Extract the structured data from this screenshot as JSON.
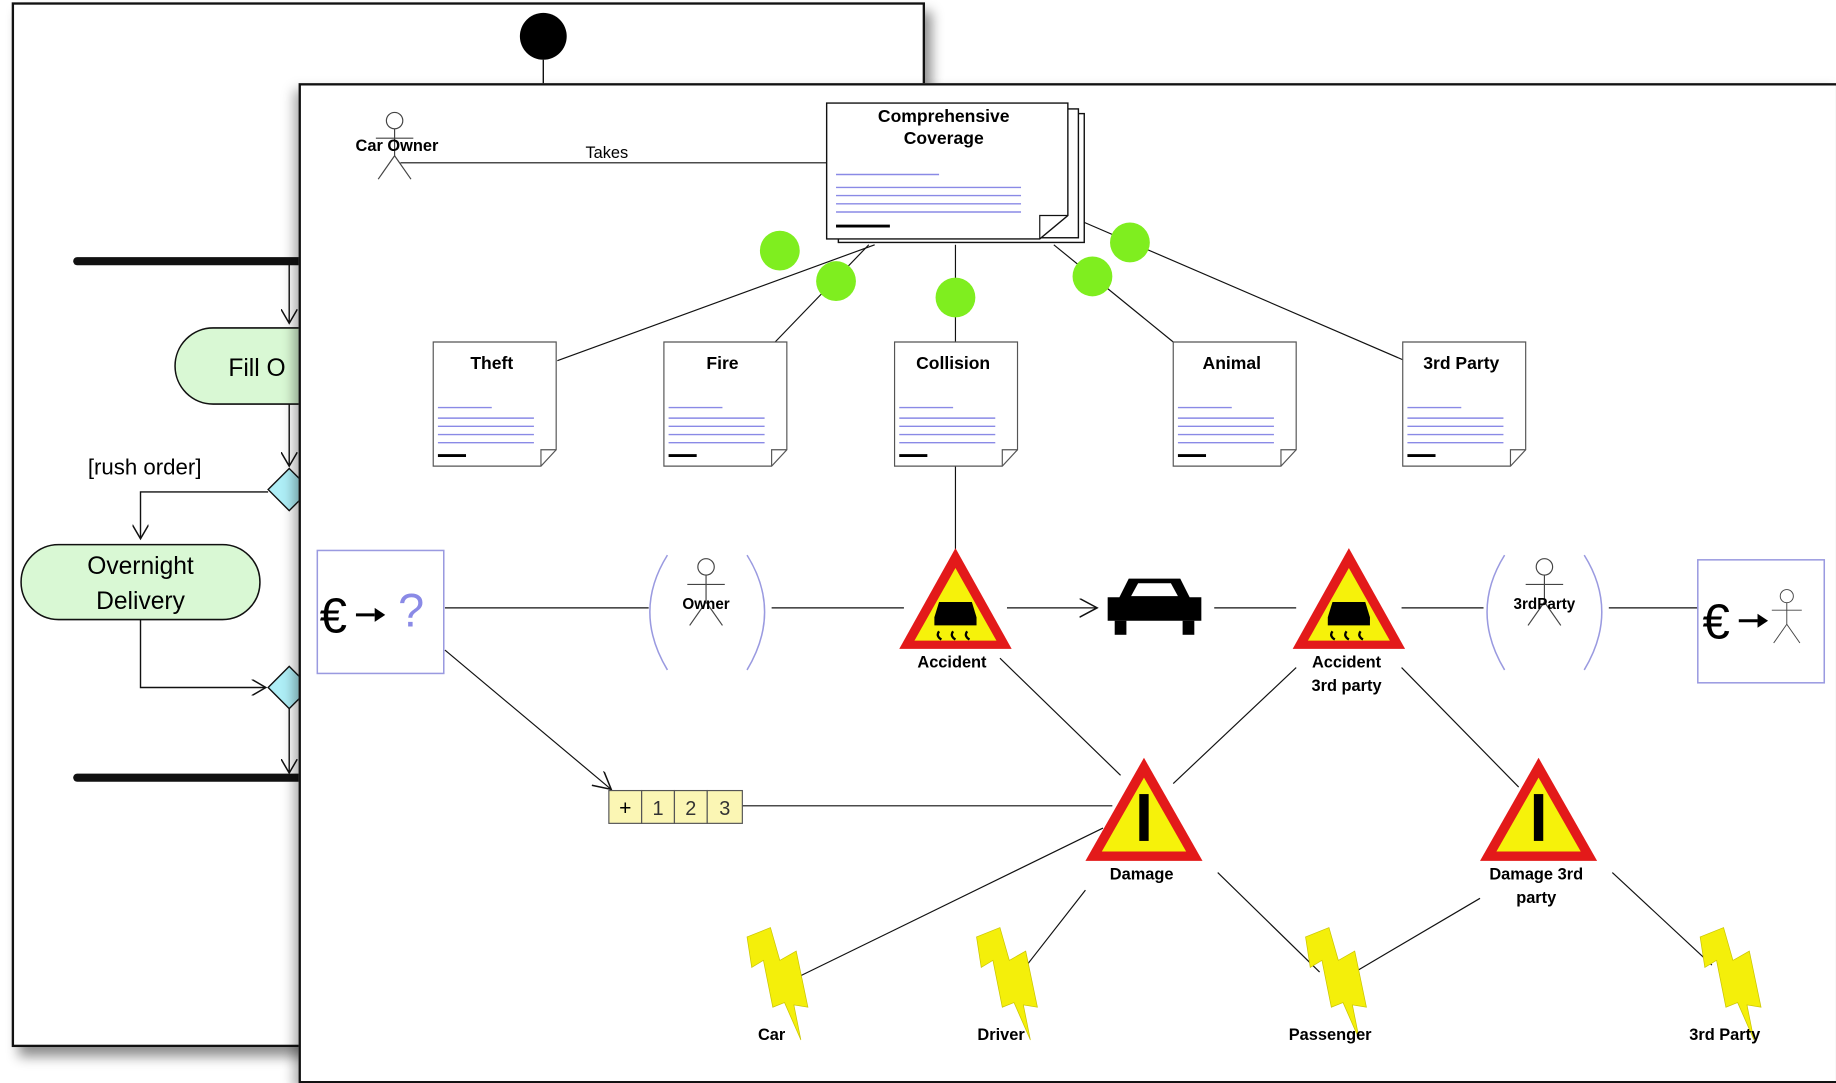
{
  "activity_diagram": {
    "fill_order_label": "Fill O",
    "guard_label": "[rush order]",
    "overnight_label_line1": "Overnight",
    "overnight_label_line2": "Delivery"
  },
  "insurance_diagram": {
    "actor_car_owner": "Car Owner",
    "relation_takes": "Takes",
    "coverage_line1": "Comprehensive",
    "coverage_line2": "Coverage",
    "doc_theft": "Theft",
    "doc_fire": "Fire",
    "doc_collision": "Collision",
    "doc_animal": "Animal",
    "doc_third_party": "3rd Party",
    "euro_symbol": "€",
    "question_mark": "?",
    "actor_owner": "Owner",
    "event_accident": "Accident",
    "event_accident_3rd_line1": "Accident",
    "event_accident_3rd_line2": "3rd party",
    "actor_third_party": "3rdParty",
    "counter_plus": "+",
    "counter_1": "1",
    "counter_2": "2",
    "counter_3": "3",
    "event_damage": "Damage",
    "event_damage_3rd_line1": "Damage 3rd",
    "event_damage_3rd_line2": "party",
    "outcome_car": "Car",
    "outcome_driver": "Driver",
    "outcome_passenger": "Passenger",
    "outcome_third_party": "3rd Party"
  },
  "colors": {
    "activity_fill": "#d9f8d4",
    "decision_fill": "#aeeef6",
    "green_dot": "#7fee1f",
    "warning_red": "#e31a1a",
    "warning_yellow": "#f6f20a",
    "doc_line": "#8a8ae6",
    "counter_fill": "#fbf6b4",
    "bolt_yellow": "#f4ef0a",
    "frame_blue": "#9a9ae0"
  }
}
